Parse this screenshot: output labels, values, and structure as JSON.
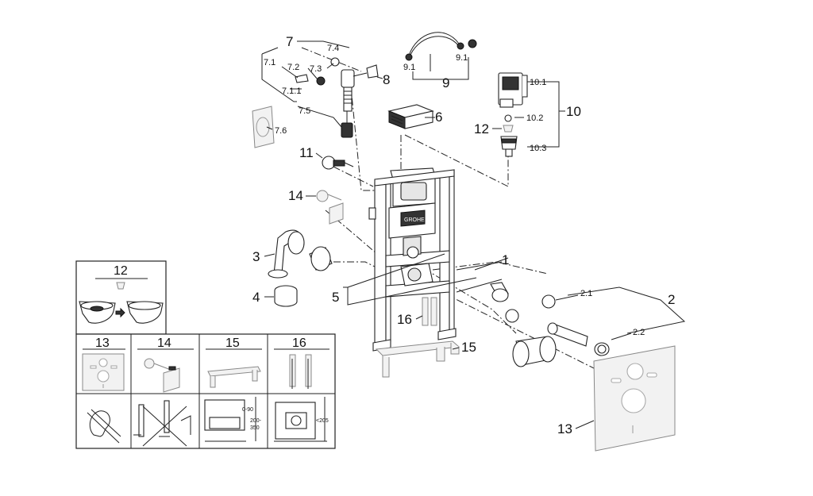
{
  "brand": "GROHE",
  "callouts": {
    "c1": "1",
    "c2": "2",
    "c2_1": "2.1",
    "c2_2": "2.2",
    "c3": "3",
    "c4": "4",
    "c5": "5",
    "c6": "6",
    "c7": "7",
    "c7_1": "7.1",
    "c7_1_1": "7.1.1",
    "c7_2": "7.2",
    "c7_3": "7.3",
    "c7_4": "7.4",
    "c7_5": "7.5",
    "c7_6": "7.6",
    "c8": "8",
    "c9": "9",
    "c9_1a": "9.1",
    "c9_1b": "9.1",
    "c10": "10",
    "c10_1": "10.1",
    "c10_2": "10.2",
    "c10_3": "10.3",
    "c11": "11",
    "c12": "12",
    "c13": "13",
    "c14": "14",
    "c15": "15",
    "c16": "16"
  },
  "legend": {
    "cell12": "12",
    "cell13": "13",
    "cell14": "14",
    "cell15": "15",
    "cell16": "16",
    "dim_0_90": "0-90",
    "dim_200_350_a": "200-",
    "dim_200_350_b": "350",
    "dim_205": "<205"
  }
}
